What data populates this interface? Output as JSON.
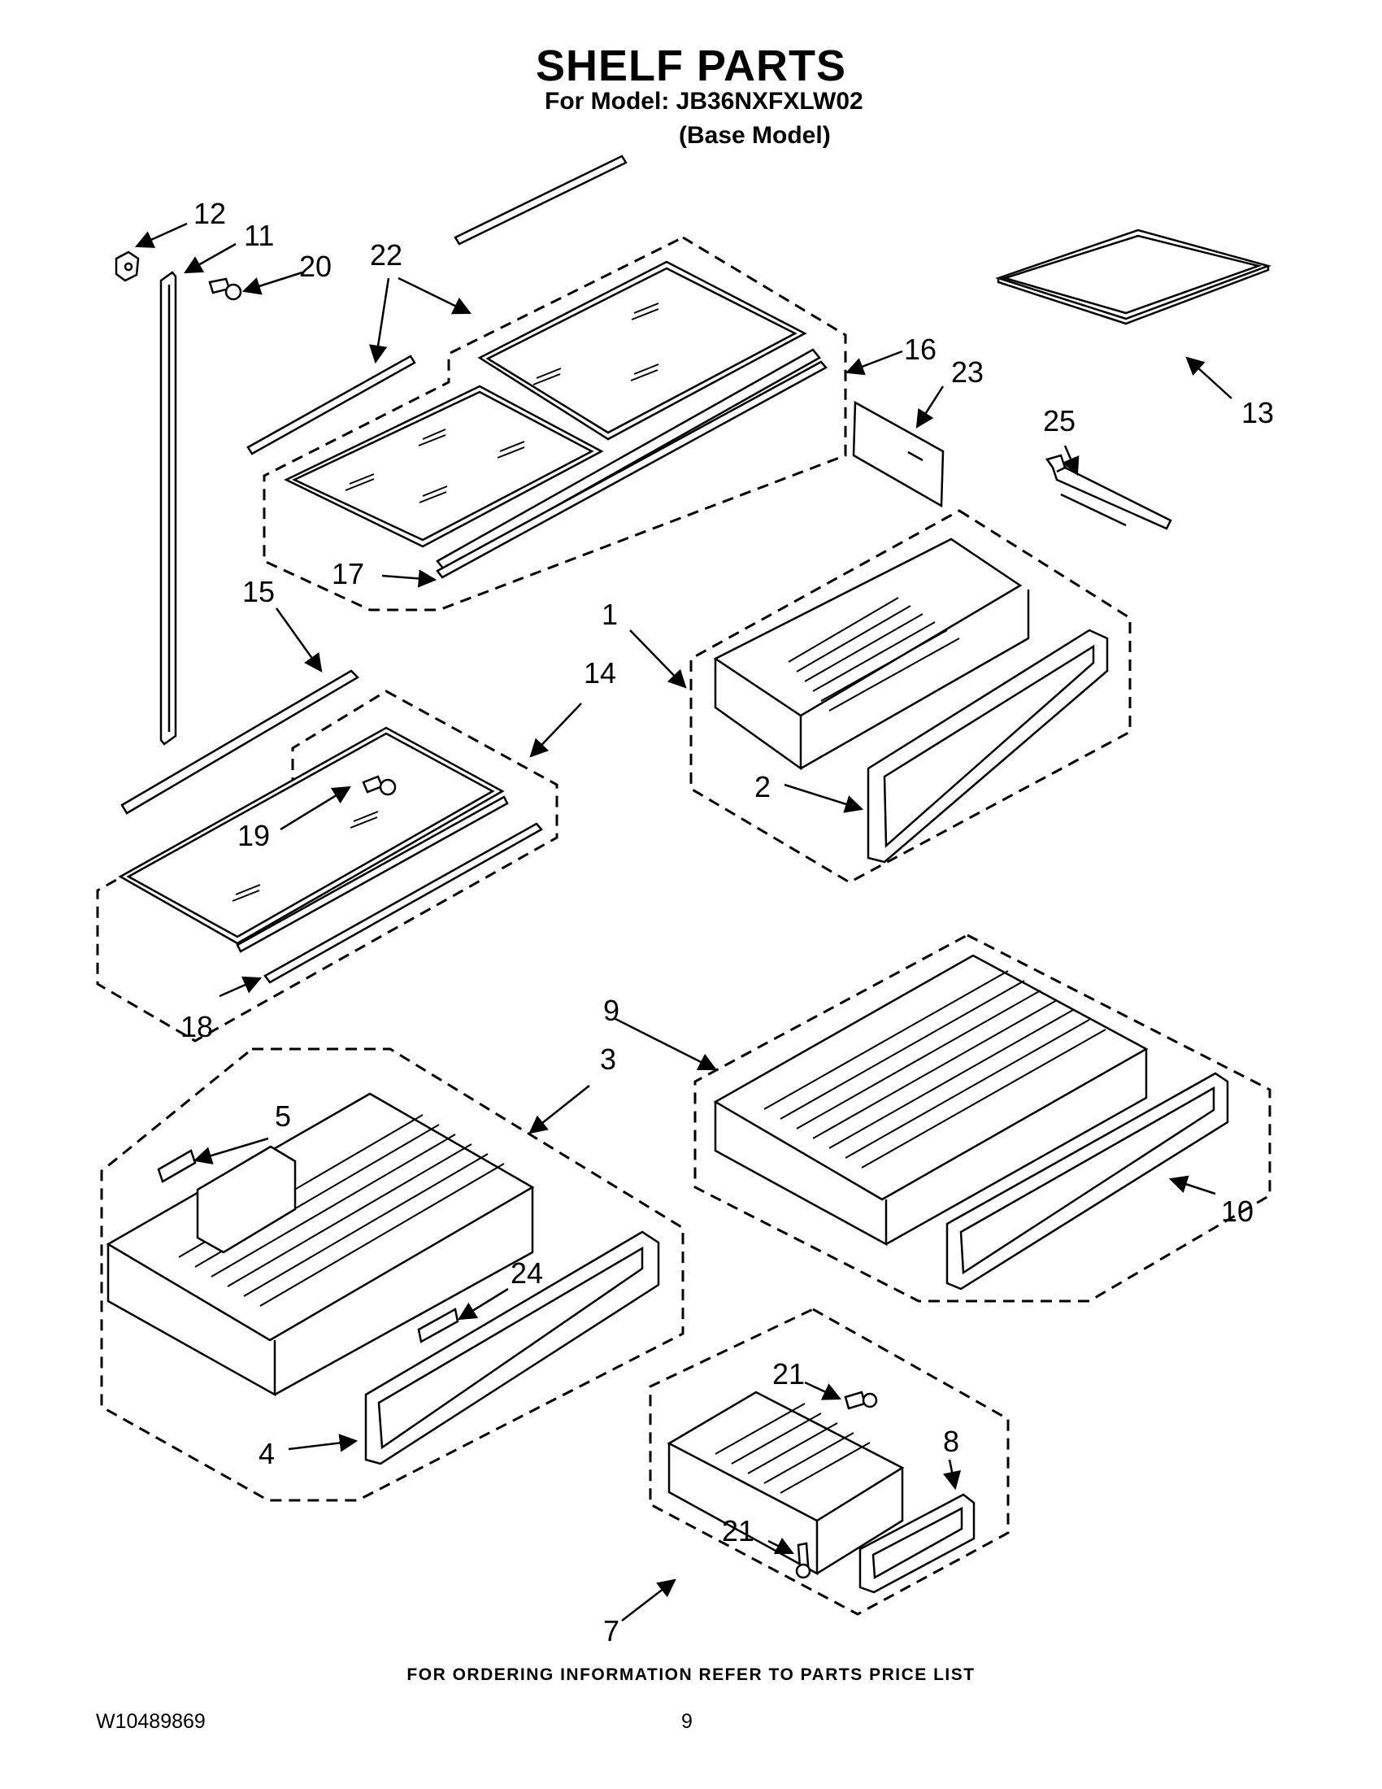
{
  "header": {
    "title": "SHELF PARTS",
    "model_line": "For Model: JB36NXFXLW02",
    "base_line": "(Base Model)"
  },
  "callouts": {
    "c1": "1",
    "c2": "2",
    "c3": "3",
    "c4": "4",
    "c5": "5",
    "c7": "7",
    "c8": "8",
    "c9": "9",
    "c10": "10",
    "c11": "11",
    "c12": "12",
    "c13": "13",
    "c14": "14",
    "c15": "15",
    "c16": "16",
    "c17": "17",
    "c18": "18",
    "c19": "19",
    "c20": "20",
    "c21a": "21",
    "c21b": "21",
    "c22": "22",
    "c23": "23",
    "c24": "24",
    "c25": "25"
  },
  "footer": {
    "ordering_note": "FOR ORDERING INFORMATION REFER TO PARTS PRICE LIST",
    "doc_number": "W10489869",
    "page_number": "9"
  }
}
